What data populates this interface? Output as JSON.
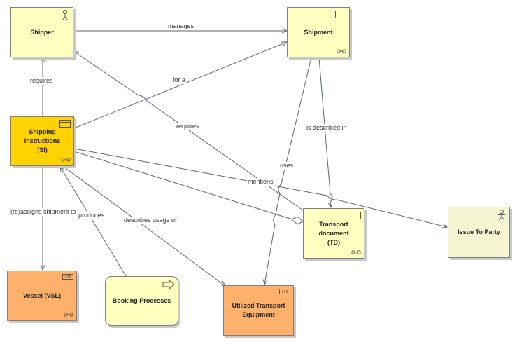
{
  "elements": {
    "shipper": {
      "label": "Shipper"
    },
    "shipment": {
      "label": "Shipment"
    },
    "shipping_instructions": {
      "label": "Shipping Instructions\n(SI)"
    },
    "issue_to_party": {
      "label": "Issue To Party"
    },
    "transport_document": {
      "label": "Transport document\n(TD)"
    },
    "vessel": {
      "label": "Vessel (VSL)"
    },
    "booking_processes": {
      "label": "Booking Processes"
    },
    "utilized_transport_equipment": {
      "label": "Utilized Transport\nEquipment"
    }
  },
  "relationships": {
    "manages": "manages",
    "requires_si": "requires",
    "for_a": "for a",
    "requires_td": "requires",
    "is_described_in": "is described in",
    "uses": "uses",
    "mentions": "mentions",
    "reassigns": "(re)assigns shipment to",
    "produces": "produces",
    "describes_usage": "describes usage of"
  },
  "colors": {
    "business_light": "#ffffc0",
    "business_dark": "#ffd200",
    "external_party": "#f5f5d2",
    "technology": "#ffb06a",
    "connector": "#5a6478"
  }
}
